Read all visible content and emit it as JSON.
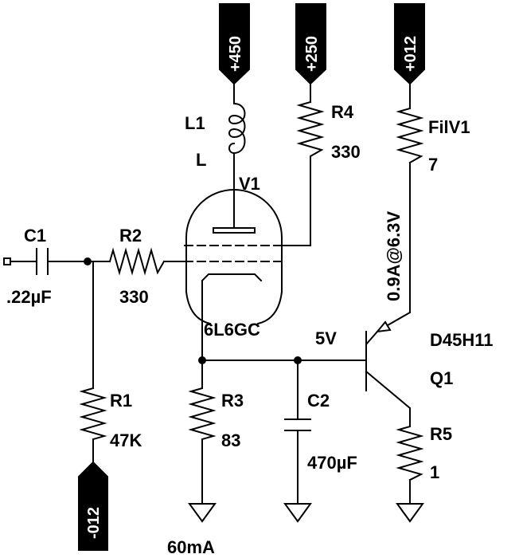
{
  "supplies": {
    "hv": "+450",
    "screen": "+250",
    "fil": "+012",
    "neg": "-012"
  },
  "components": {
    "c1": {
      "ref": "C1",
      "value": ".22µF"
    },
    "r2": {
      "ref": "R2",
      "value": "330"
    },
    "r1": {
      "ref": "R1",
      "value": "47K"
    },
    "l1": {
      "ref": "L1",
      "value": "L"
    },
    "r4": {
      "ref": "R4",
      "value": "330"
    },
    "v1": {
      "ref": "V1",
      "value": "6L6GC"
    },
    "filv1": {
      "ref": "FilV1",
      "value": "7"
    },
    "r3": {
      "ref": "R3",
      "value": "83"
    },
    "c2": {
      "ref": "C2",
      "value": "470µF"
    },
    "q1": {
      "ref": "Q1",
      "value": "D45H11"
    },
    "r5": {
      "ref": "R5",
      "value": "1"
    }
  },
  "annotations": {
    "fil_current": "0.9A@6.3V",
    "base_voltage": "5V",
    "cathode_current": "60mA"
  }
}
